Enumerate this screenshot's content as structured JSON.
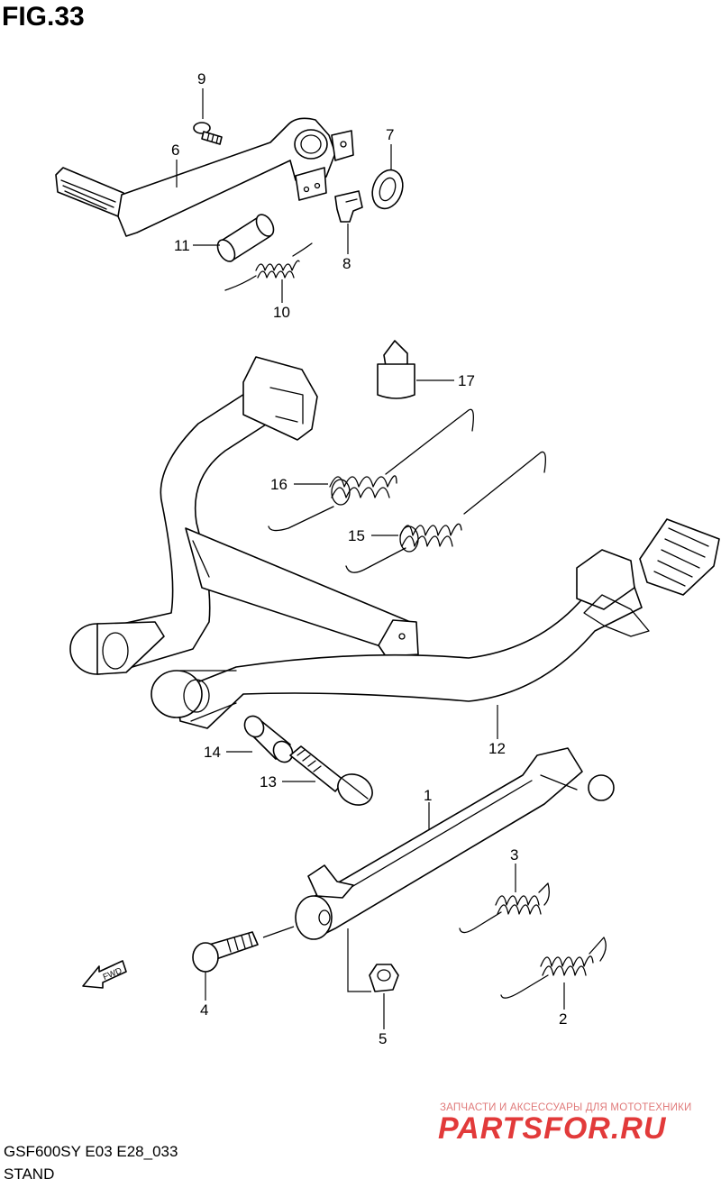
{
  "figure": {
    "title": "FIG.33"
  },
  "footer": {
    "model_code": "GSF600SY E03 E28_033",
    "section": "STAND"
  },
  "watermark": {
    "tagline": "ЗАПЧАСТИ И АКСЕССУАРЫ ДЛЯ МОТОТЕХНИКИ",
    "logo": "PARTSFOR.RU"
  },
  "direction_arrow": {
    "label": "FWD"
  },
  "callouts": {
    "c1": "1",
    "c2": "2",
    "c3": "3",
    "c4": "4",
    "c5": "5",
    "c6": "6",
    "c7": "7",
    "c8": "8",
    "c9": "9",
    "c10": "10",
    "c11": "11",
    "c12": "12",
    "c13": "13",
    "c14": "14",
    "c15": "15",
    "c16": "16",
    "c17": "17"
  },
  "colors": {
    "line": "#000000",
    "background": "#ffffff",
    "watermark": "#e23a3a"
  }
}
